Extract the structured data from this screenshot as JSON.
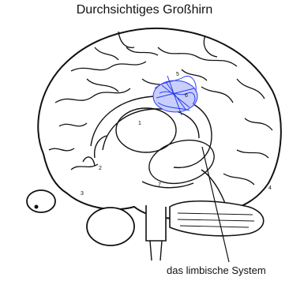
{
  "title": "Durchsichtiges Großhirn",
  "caption": "das limbische System",
  "region_labels": [
    "1",
    "2",
    "3",
    "4",
    "5",
    "6",
    "7"
  ],
  "colors": {
    "ink": "#111111",
    "highlight": "#2a3cf0",
    "background": "#ffffff"
  }
}
